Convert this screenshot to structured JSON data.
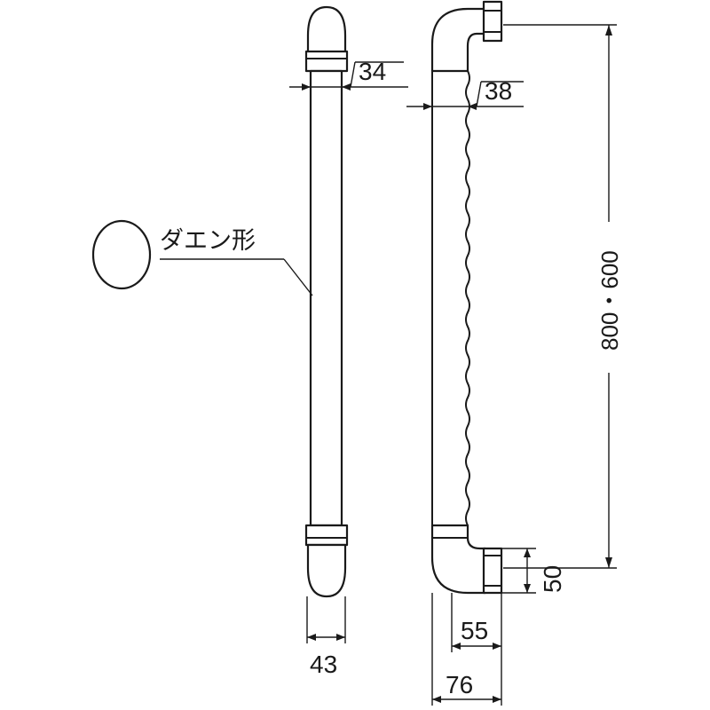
{
  "labels": {
    "cross_section_shape": "ダエン形"
  },
  "dimensions": {
    "bar_diameter_front": "34",
    "bar_diameter_side": "38",
    "length": "800・600",
    "projection": "50",
    "bracket_inner": "55",
    "bracket_outer": "76",
    "end_width": "43"
  }
}
